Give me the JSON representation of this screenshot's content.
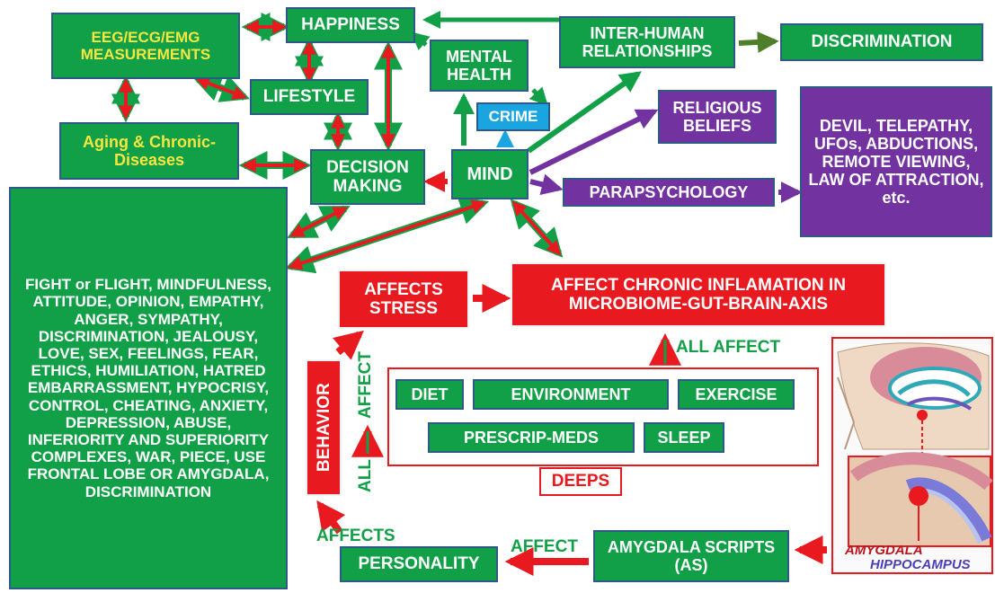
{
  "nodes": {
    "eeg": "EEG/ECG/EMG MEASUREMENTS",
    "happiness": "HAPPINESS",
    "inter_human": "INTER-HUMAN RELATIONSHIPS",
    "discrimination_top": "DISCRIMINATION",
    "mental_health": "MENTAL HEALTH",
    "lifestyle": "LIFESTYLE",
    "crime": "CRIME",
    "religious": "RELIGIOUS BELIEFS",
    "devil_list": "DEVIL, TELEPATHY, UFOs, ABDUCTIONS, REMOTE VIEWING, LAW OF ATTRACTION, etc.",
    "aging": "Aging & Chronic-Diseases",
    "decision": "DECISION MAKING",
    "mind": "MIND",
    "parapsychology": "PARAPSYCHOLOGY",
    "emotions_list": "FIGHT or FLIGHT, MINDFULNESS, ATTITUDE, OPINION, EMPATHY, ANGER, SYMPATHY, DISCRIMINATION, JEALOUSY, LOVE, SEX, FEELINGS, FEAR, ETHICS, HUMILIATION, HATRED EMBARRASSMENT, HYPOCRISY, CONTROL, CHEATING, ANXIETY, DEPRESSION, ABUSE, INFERIORITY AND SUPERIORITY COMPLEXES, WAR, PIECE, USE FRONTAL LOBE OR AMYGDALA, DISCRIMINATION",
    "affects_stress": "AFFECTS STRESS",
    "inflammation": "AFFECT CHRONIC INFLAMATION IN MICROBIOME-GUT-BRAIN-AXIS",
    "behavior": "BEHAVIOR",
    "diet": "DIET",
    "environment": "ENVIRONMENT",
    "exercise": "EXERCISE",
    "prescrip": "PRESCRIP-MEDS",
    "sleep": "SLEEP",
    "deeps": "DEEPS",
    "personality": "PERSONALITY",
    "amygdala_scripts": "AMYGDALA SCRIPTS (AS)"
  },
  "labels": {
    "all_affect_right": "ALL AFFECT",
    "affect_vertical": "AFFECT",
    "all_vertical": "ALL",
    "affects_bottom": "AFFECTS",
    "affect_bottom": "AFFECT"
  },
  "brain_labels": {
    "amygdala": "AMYGDALA",
    "hippocampus": "HIPPOCAMPUS"
  },
  "colors": {
    "green": "#11a047",
    "red": "#e8191f",
    "purple": "#7232a0",
    "blue": "#1ba5e0",
    "yellow": "#f5e641"
  }
}
